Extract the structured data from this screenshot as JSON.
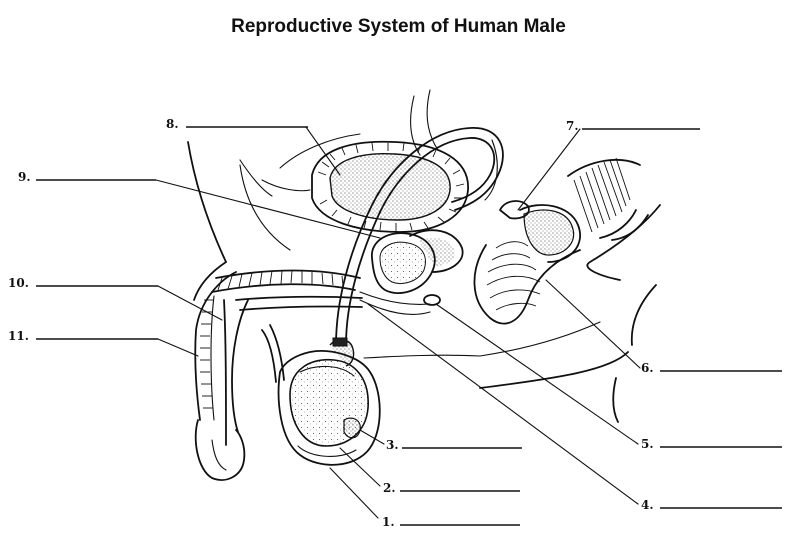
{
  "title": "Reproductive System of Human Male",
  "labels": [
    {
      "id": "1",
      "text": "1."
    },
    {
      "id": "2",
      "text": "2."
    },
    {
      "id": "3",
      "text": "3."
    },
    {
      "id": "4",
      "text": "4."
    },
    {
      "id": "5",
      "text": "5."
    },
    {
      "id": "6",
      "text": "6."
    },
    {
      "id": "7",
      "text": "7."
    },
    {
      "id": "8",
      "text": "8."
    },
    {
      "id": "9",
      "text": "9."
    },
    {
      "id": "10",
      "text": "10."
    },
    {
      "id": "11",
      "text": "11."
    }
  ]
}
